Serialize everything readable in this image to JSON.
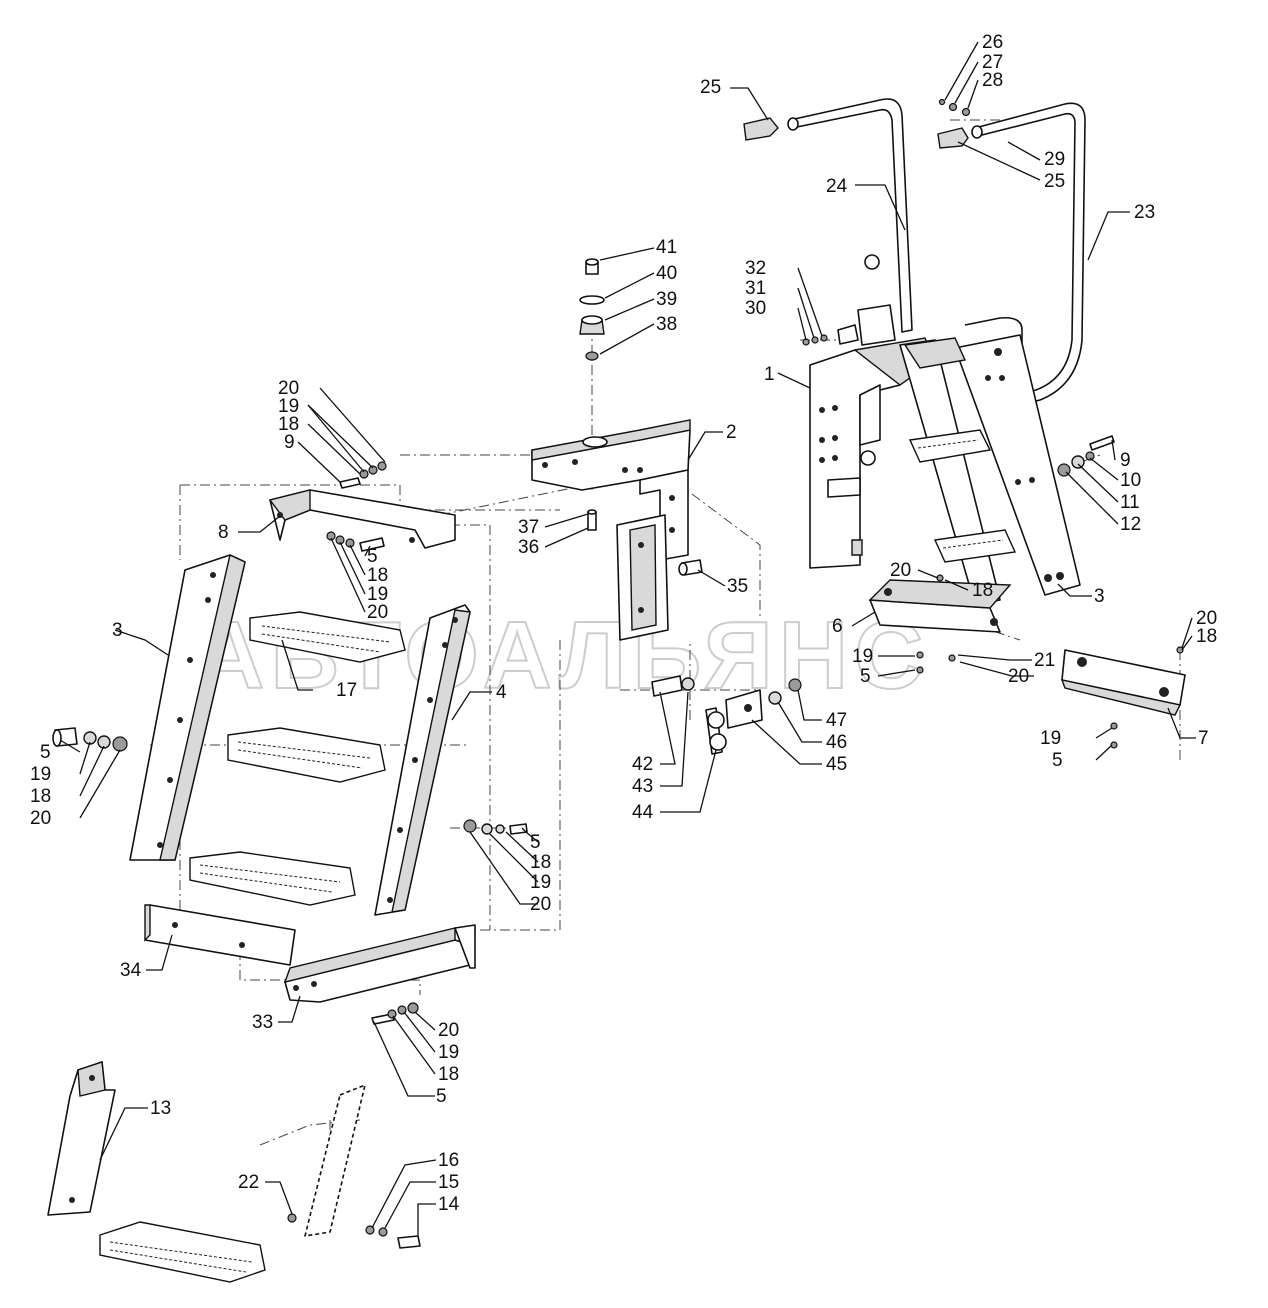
{
  "diagram": {
    "watermark": "АВТОАЛЬЯНС",
    "callouts": [
      "26",
      "27",
      "28",
      "25",
      "29",
      "25",
      "24",
      "23",
      "41",
      "40",
      "39",
      "38",
      "32",
      "31",
      "30",
      "1",
      "20",
      "19",
      "18",
      "9",
      "2",
      "9",
      "10",
      "11",
      "12",
      "8",
      "37",
      "36",
      "5",
      "18",
      "19",
      "20",
      "35",
      "3",
      "20",
      "18",
      "6",
      "19",
      "5",
      "21",
      "20",
      "20",
      "18",
      "3",
      "17",
      "4",
      "47",
      "46",
      "45",
      "42",
      "43",
      "44",
      "7",
      "5",
      "19",
      "18",
      "20",
      "5",
      "18",
      "19",
      "20",
      "19",
      "5",
      "34",
      "33",
      "20",
      "19",
      "18",
      "5",
      "13",
      "16",
      "15",
      "14",
      "22"
    ]
  }
}
